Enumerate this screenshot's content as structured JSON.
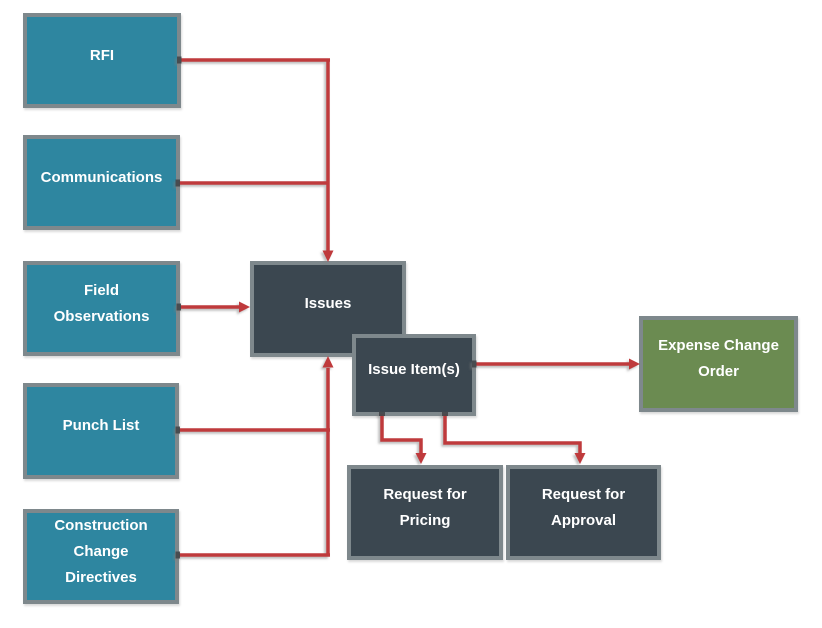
{
  "colors": {
    "teal": "#2E86A0",
    "dark": "#3B4750",
    "green": "#6B8B51",
    "border_gray": "#7E888C",
    "arrow_red": "#BF3A3C",
    "label_text": "#FFFFFF",
    "background": "#FFFFFF"
  },
  "diagram": {
    "type": "flowchart",
    "nodes": [
      {
        "id": "rfi",
        "label": "RFI",
        "style": "teal"
      },
      {
        "id": "communications",
        "label": "Communications",
        "style": "teal"
      },
      {
        "id": "field-observations",
        "label": "Field\nObservations",
        "style": "teal"
      },
      {
        "id": "punch-list",
        "label": "Punch List",
        "style": "teal"
      },
      {
        "id": "construction-change-directives",
        "label": "Construction\nChange\nDirectives",
        "style": "teal"
      },
      {
        "id": "issues",
        "label": "Issues",
        "style": "dark"
      },
      {
        "id": "issue-items",
        "label": "Issue Item(s)",
        "style": "dark"
      },
      {
        "id": "expense-change-order",
        "label": "Expense Change\nOrder",
        "style": "green"
      },
      {
        "id": "request-for-pricing",
        "label": "Request for\nPricing",
        "style": "dark"
      },
      {
        "id": "request-for-approval",
        "label": "Request for\nApproval",
        "style": "dark"
      }
    ],
    "connectors": [
      {
        "from": "RFI",
        "to": "Issues"
      },
      {
        "from": "Communications",
        "to": "Issues"
      },
      {
        "from": "Field Observations",
        "to": "Issues"
      },
      {
        "from": "Punch List",
        "to": "Issues"
      },
      {
        "from": "Construction Change Directives",
        "to": "Issues"
      },
      {
        "from": "Issue Item(s)",
        "to": "Expense Change Order"
      },
      {
        "from": "Issue Item(s)",
        "to": "Request for Pricing"
      },
      {
        "from": "Issue Item(s)",
        "to": "Request for Approval"
      }
    ]
  }
}
